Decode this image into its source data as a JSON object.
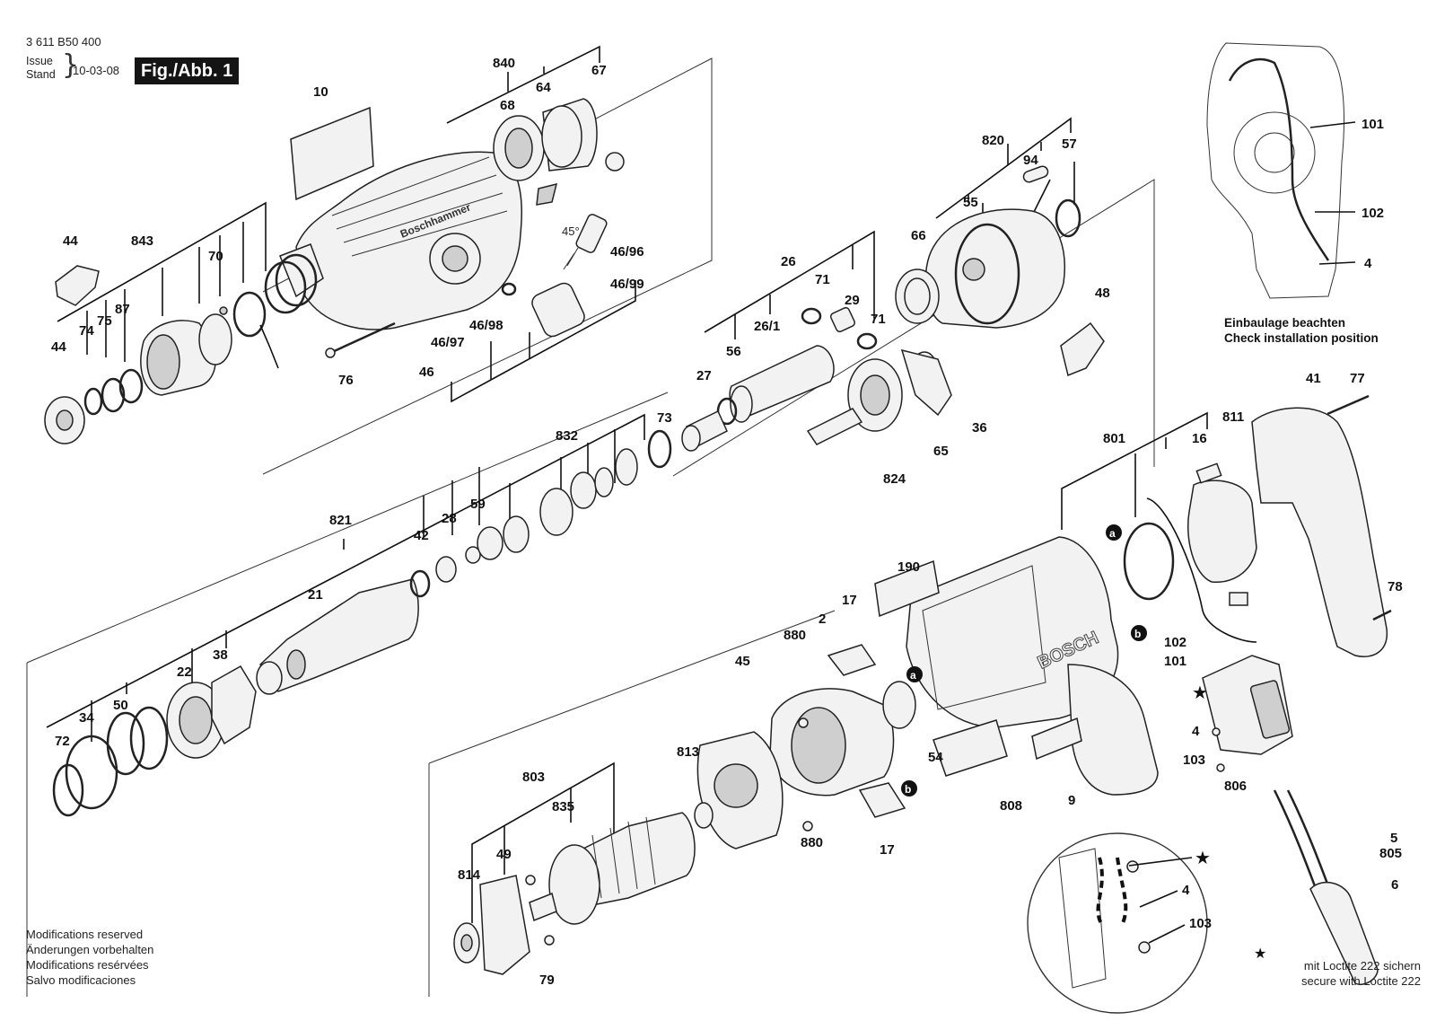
{
  "header": {
    "doc_number": "3 611 B50 400",
    "issue_label_en": "Issue",
    "issue_label_de": "Stand",
    "issue_date": "10-03-08",
    "figure_title": "Fig./Abb. 1"
  },
  "footer": {
    "modifications": [
      "Modifications reserved",
      "Änderungen vorbehalten",
      "Modifications resérvées",
      "Salvo modificaciones"
    ],
    "loctite_line1": "mit Loctite 222 sichern",
    "loctite_line2": "secure with Loctite 222"
  },
  "install_note": [
    "Einbaulage beachten",
    "Check installation position"
  ],
  "brand_text": "Boschhammer",
  "housing_logo": "BOSCH",
  "angle_label": "45°",
  "part_labels": [
    "10",
    "840",
    "68",
    "64",
    "67",
    "44",
    "843",
    "70",
    "87",
    "75",
    "74",
    "44",
    "46/96",
    "46/99",
    "46/98",
    "46/97",
    "46",
    "76",
    "820",
    "94",
    "57",
    "66",
    "55",
    "48",
    "26",
    "71",
    "29",
    "71",
    "26/1",
    "56",
    "27",
    "824",
    "65",
    "36",
    "832",
    "73",
    "821",
    "42",
    "28",
    "59",
    "21",
    "22",
    "38",
    "50",
    "34",
    "72",
    "801",
    "16",
    "811",
    "190",
    "41",
    "77",
    "78",
    "17",
    "880",
    "2",
    "45",
    "54",
    "102",
    "101",
    "4",
    "103",
    "806",
    "805",
    "5",
    "6",
    "9",
    "808",
    "17",
    "880",
    "813",
    "803",
    "835",
    "49",
    "814",
    "79",
    "101",
    "102",
    "4",
    "4",
    "103"
  ],
  "marker_labels": [
    "a",
    "a",
    "b",
    "b"
  ]
}
